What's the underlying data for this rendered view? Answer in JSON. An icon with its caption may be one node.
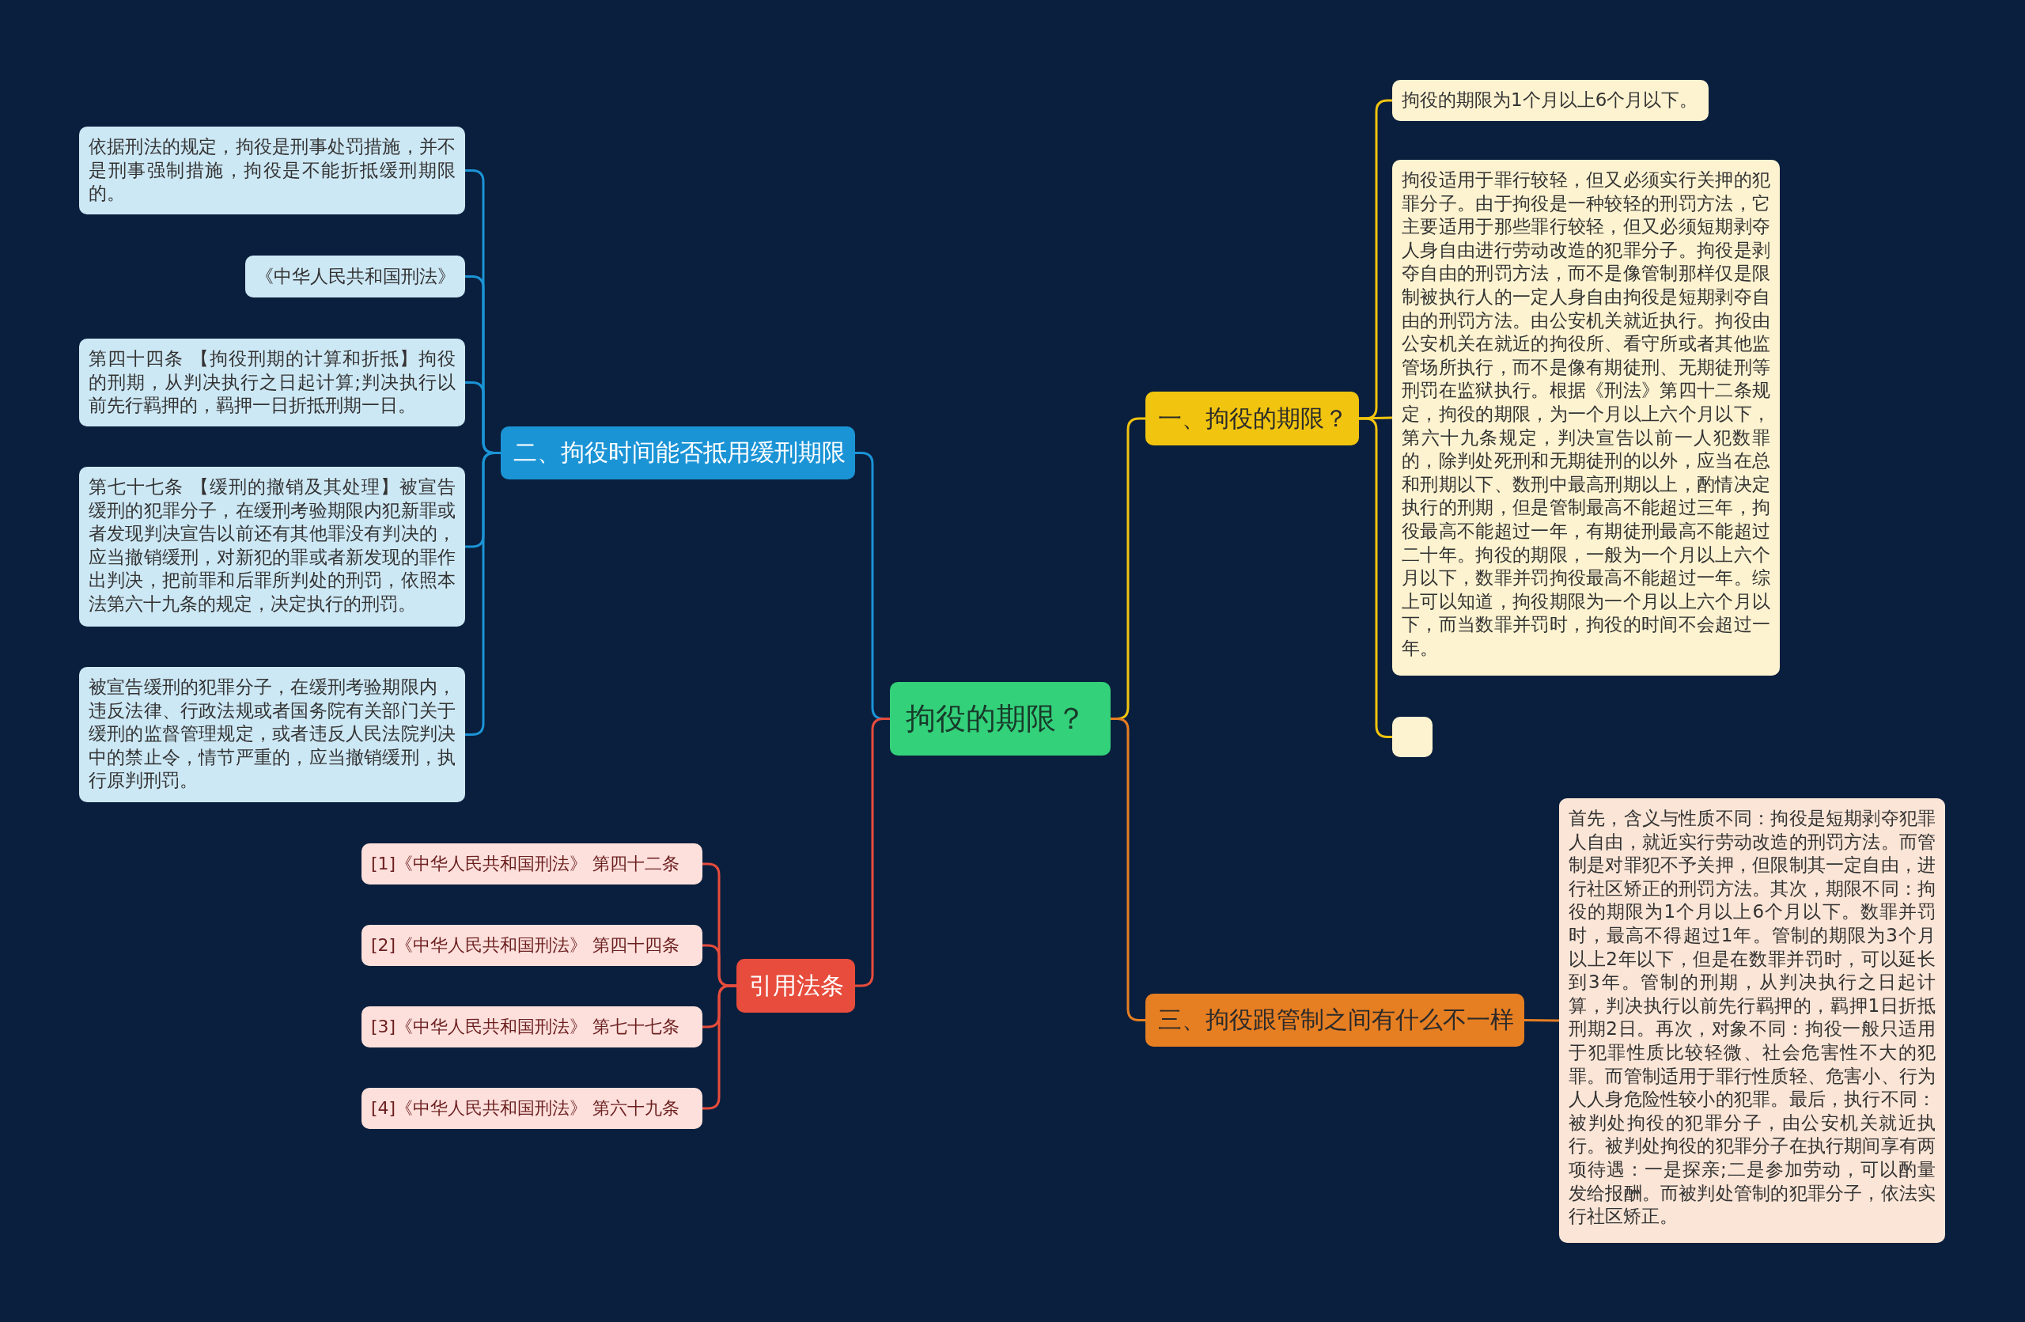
{
  "diagram": {
    "nodes": [
      {
        "text": [
          "拘役的期限？"
        ]
      },
      {
        "text": [
          "一、拘役的期限？"
        ]
      },
      {
        "text": [
          "拘役的期限为1个月以上6个月以下。"
        ]
      },
      {
        "text": [
          "拘役适用于罪行较轻，但又必须实行关押的犯罪分子。由于拘役是一种较轻的刑罚方法，它主要适用于那些罪行较轻，但又必须短期剥夺人身自由进行劳动改造的犯罪分子。拘役是剥夺自由的刑罚方法，而不是像管制那样仅是限制被执行人的一定人身自由拘役是短期剥夺自由的刑罚方法。由公安机关就近执行。拘役由公安机关在就近的拘役所、看守所或者其他监管场所执行，而不是像有期徒刑、无期徒刑等刑罚在监狱执行。根据《刑法》第四十二条规定，拘役的期限，为一个月以上六个月以下，第六十九条规定，判决宣告以前一人犯数罪的，除判处死刑和无期徒刑的以外，应当在总和刑期以下、数刑中最高刑期以上，酌情决定执行的刑期，但是管制最高不能超过三年，拘役最高不能超过一年，有期徒刑最高不能超过二十年。拘役的期限，一般为一个月以上六个月以下，数罪并罚拘役最高不能超过一年。综上可以知道，拘役期限为一个月以上六个月以下，而当数罪并罚时，拘役的时间不会超过一年。"
        ]
      },
      {
        "text": [],
        "shape": "box"
      },
      {
        "text": [
          "三、拘役跟管制之间有什么不一样"
        ]
      },
      {
        "text": [
          "首先，含义与性质不同：拘役是短期剥夺犯罪人自由，就近实行劳动改造的刑罚方法。而管制是对罪犯不予关押，但限制其一定自由，进行社区矫正的刑罚方法。其次，期限不同：拘役的期限为1个月以上6个月以下。数罪并罚时，最高不得超过1年。管制的期限为3个月以上2年以下，但是在数罪并罚时，可以延长到3年。管制的刑期，从判决执行之日起计算，判决执行以前先行羁押的，羁押1日折抵刑期2日。再次，对象不同：拘役一般只适用于犯罪性质比较轻微、社会危害性不大的犯罪。而管制适用于罪行性质轻、危害小、行为人人身危险性较小的犯罪。最后，执行不同：被判处拘役的犯罪分子，由公安机关就近执行。被判处拘役的犯罪分子在执行期间享有两项待遇：一是探亲;二是参加劳动，可以酌量发给报酬。而被判处管制的犯罪分子，依法实行社区矫正。"
        ]
      },
      {
        "text": [
          "二、拘役时间能否抵用缓刑期限"
        ]
      },
      {
        "text": [
          "依据刑法的规定，拘役是刑事处罚措施，并不是刑事强制措施，拘役是不能折抵缓刑期限的。"
        ]
      },
      {
        "text": [
          "《中华人民共和国刑法》"
        ]
      },
      {
        "text": [
          "第四十四条 【拘役刑期的计算和折抵】拘役的刑期，从判决执行之日起计算;判决执行以前先行羁押的，羁押一日折抵刑期一日。"
        ]
      },
      {
        "text": [
          "第七十七条 【缓刑的撤销及其处理】被宣告缓刑的犯罪分子，在缓刑考验期限内犯新罪或者发现判决宣告以前还有其他罪没有判决的，应当撤销缓刑，对新犯的罪或者新发现的罪作出判决，把前罪和后罪所判处的刑罚，依照本法第六十九条的规定，决定执行的刑罚。"
        ]
      },
      {
        "text": [
          "被宣告缓刑的犯罪分子，在缓刑考验期限内，违反法律、行政法规或者国务院有关部门关于缓刑的监督管理规定，或者违反人民法院判决中的禁止令，情节严重的，应当撤销缓刑，执行原判刑罚。"
        ]
      },
      {
        "text": [
          "引用法条"
        ]
      },
      {
        "text": [
          "[1]《中华人民共和国刑法》 第四十二条"
        ]
      },
      {
        "text": [
          "[2]《中华人民共和国刑法》 第四十四条"
        ]
      },
      {
        "text": [
          "[3]《中华人民共和国刑法》 第七十七条"
        ]
      },
      {
        "text": [
          "[4]《中华人民共和国刑法》 第六十九条"
        ]
      }
    ],
    "edges": [
      {
        "from": 0,
        "to": 1,
        "arrow": "none",
        "color": "#f1c40f"
      },
      {
        "from": 1,
        "to": 2,
        "arrow": "none",
        "color": "#f1c40f"
      },
      {
        "from": 1,
        "to": 3,
        "arrow": "none",
        "color": "#f1c40f"
      },
      {
        "from": 1,
        "to": 4,
        "arrow": "none",
        "color": "#f1c40f"
      },
      {
        "from": 0,
        "to": 5,
        "arrow": "none",
        "color": "#e67e22"
      },
      {
        "from": 5,
        "to": 6,
        "arrow": "none",
        "color": "#e67e22"
      },
      {
        "from": 0,
        "to": 7,
        "arrow": "none",
        "color": "#1b94d6"
      },
      {
        "from": 7,
        "to": 8,
        "arrow": "none",
        "color": "#1b94d6"
      },
      {
        "from": 7,
        "to": 9,
        "arrow": "none",
        "color": "#1b94d6"
      },
      {
        "from": 7,
        "to": 10,
        "arrow": "none",
        "color": "#1b94d6"
      },
      {
        "from": 7,
        "to": 11,
        "arrow": "none",
        "color": "#1b94d6"
      },
      {
        "from": 7,
        "to": 12,
        "arrow": "none",
        "color": "#1b94d6"
      },
      {
        "from": 0,
        "to": 13,
        "arrow": "none",
        "color": "#e74c3c"
      },
      {
        "from": 13,
        "to": 14,
        "arrow": "none",
        "color": "#e74c3c"
      },
      {
        "from": 13,
        "to": 15,
        "arrow": "none",
        "color": "#e74c3c"
      },
      {
        "from": 13,
        "to": 16,
        "arrow": "none",
        "color": "#e74c3c"
      },
      {
        "from": 13,
        "to": 17,
        "arrow": "none",
        "color": "#e74c3c"
      }
    ]
  }
}
